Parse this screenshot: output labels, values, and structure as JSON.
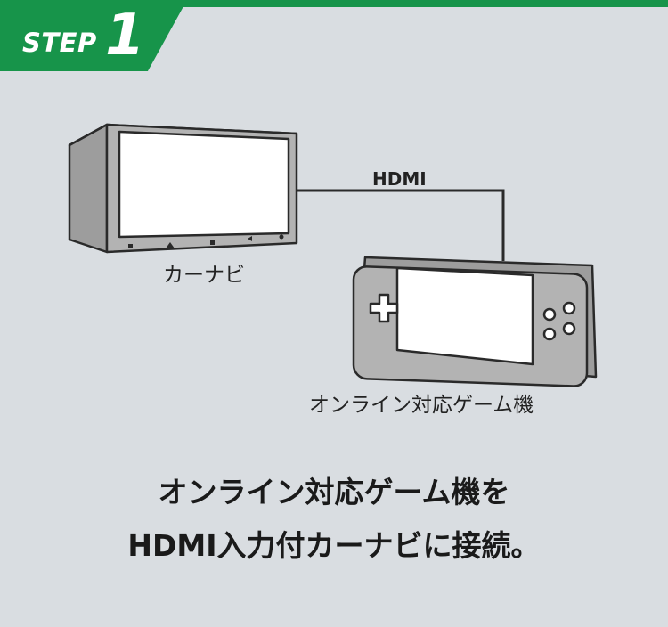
{
  "colors": {
    "accent": "#17944a",
    "background": "#d9dde1",
    "device_body": "#b3b3b3",
    "screen": "#ffffff",
    "outline": "#2a2a2a"
  },
  "badge": {
    "word": "STEP",
    "number": "1"
  },
  "diagram": {
    "cable_label": "HDMI",
    "car_navi_label": "カーナビ",
    "game_console_label": "オンライン対応ゲーム機"
  },
  "caption": {
    "line1": "オンライン対応ゲーム機を",
    "line2": "HDMI入力付カーナビに接続。"
  }
}
